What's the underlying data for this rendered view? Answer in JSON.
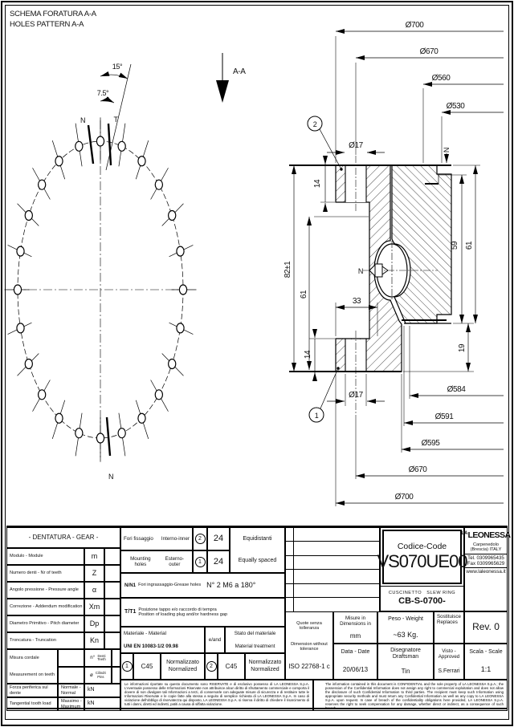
{
  "sheet": {
    "title_it": "SCHEMA FORATURA  A-A",
    "title_en": "HOLES PATTERN    A-A",
    "section_marker": "A-A"
  },
  "pattern": {
    "hole_count": 24,
    "angle_between": "15°",
    "angle_offset": "7.5°",
    "label_n_top": "N",
    "label_t": "T",
    "label_n_bottom": "N"
  },
  "section": {
    "balloon_1": "1",
    "balloon_2": "2",
    "grease_label": "N",
    "grease_label_top": "N",
    "dims": {
      "d700_top": "Ø700",
      "d670_top": "Ø670",
      "d560": "Ø560",
      "d530": "Ø530",
      "d17_top": "Ø17",
      "d17_bottom": "Ø17",
      "d584": "Ø584",
      "d591": "Ø591",
      "d595": "Ø595",
      "d670_bottom": "Ø670",
      "d700_bottom": "Ø700",
      "h82": "82±1",
      "h61_left": "61",
      "h61_right": "61",
      "h59": "59",
      "h14_top": "14",
      "h14_bottom": "14",
      "h19": "19",
      "w33": "33"
    }
  },
  "gear_table": {
    "header": "- DENTATURA - GEAR -",
    "rows": [
      {
        "label": "Modulo - Module",
        "sym": "m"
      },
      {
        "label": "Numero denti - Nr of teeth",
        "sym": "Z"
      },
      {
        "label": "Angolo pressione - Pressure angle",
        "sym": "α"
      },
      {
        "label": "Correzione - Addendum modification",
        "sym": "Xm"
      },
      {
        "label": "Diametro Primitivo - Pitch diameter",
        "sym": "Dp"
      },
      {
        "label": "Troncatura  -  Truncation",
        "sym": "Kn"
      }
    ],
    "cordale_it": "Misura cordale",
    "cordale_en": "Measurement on teeth",
    "teeth_sym": "n°",
    "teeth_it": "Denti",
    "teeth_en": "Teeth",
    "pins_sym": "ø",
    "pins_it": "Cilindri",
    "pins_en": "Pins",
    "load1_label": "Forza periferica sul dente",
    "load1_qual": "Normale - Normal",
    "load1_unit": "kN",
    "load2_label": "Tangential tooth load",
    "load2_qual": "Massimo - Maximum",
    "load2_unit": "kN"
  },
  "holes_table": {
    "row1_it": "Fori fissaggio",
    "row1_type": "Interno-inner",
    "row1_balloon": "2",
    "row1_count": "24",
    "row2_it": "Mounting holes",
    "row2_type": "Esterno-outer",
    "row2_balloon": "1",
    "row2_count": "24",
    "spacing_it": "Equidistanti",
    "spacing_en": "Equally spaced",
    "grease_sym": "N/N1",
    "grease_label": "Fori ingrassaggio-Grease holes",
    "grease_value": "N° 2 M6 a 180°",
    "plug_sym": "T/T1",
    "plug_it": "Posizione tappo e/o raccordo di tempra",
    "plug_en": "Position of loading plug and/or hardness gap",
    "material_it": "Materiale - Material",
    "material_std": "UNI EN 10083-1/2 09.98",
    "material_and": "e/and",
    "state_it": "Stato del materiale",
    "state_en": "Material treatment",
    "mat1_balloon": "1",
    "mat1_code": "C45",
    "mat1_state_it": "Normalizzato",
    "mat1_state_en": "Normalized",
    "mat2_balloon": "2",
    "mat2_code": "C45",
    "mat2_state_it": "Normalizzato",
    "mat2_state_en": "Normalized"
  },
  "title_block": {
    "code_label": "Codice-Code",
    "code_value": "VS070UE00",
    "product_it": "CUSCINETTO",
    "product_en": "SLEW RING",
    "product_code": "CB-S-0700-",
    "brand_prefix": "LA",
    "brand_name": "LEONESSA",
    "brand_city": "Carpenedolo",
    "brand_country": "(Brescia) ITALY",
    "brand_tel": "Tel.  0309965435",
    "brand_fax": "Fax  0309965629",
    "brand_web": "www.laleonessa.it",
    "tol_it": "Quote senza tolleranza",
    "tol_en": "Dimension without tolerance",
    "tol_std": "ISO 22768-1 c",
    "units_label": "Misure in  Dimensions in",
    "units_value": "mm",
    "weight_label": "Peso - Weight",
    "weight_value": "~63 Kg.",
    "replaces_it": "Sostituisce",
    "replaces_en": "Replaces",
    "rev": "Rev. 0",
    "date_label": "Data - Date",
    "date_value": "20/06/13",
    "draftsman_label": "Disegnatore Draftsman",
    "draftsman_value": "Tin",
    "approved_label": "Visto - Approved",
    "approved_value": "S.Ferrari",
    "scale_label": "Scala - Scale",
    "scale_value": "1:1"
  },
  "legal": {
    "it": "Le informazioni riportate su questo documento sono RISERVATE e di esclusivo possesso di LA LEONESSA S.p.A. L'eventuale possesso delle Informazioni Riservate non attribuisce alcun diritto di sfruttamento commerciale e comporta il dovere di non divulgare tali Informazioni a terzi, di conservarle con adeguate misure di sicurezza e di restituire tutte le Informazioni Riservate e le copie fatte alla stessa a seguito di semplice richiesta di LA LEONESSA S.p.A. In caso di violazione dell'obbligo di riservatezza qui disposto, LA LEONESSA S.p.A. si riserva il diritto di chiedere il risarcimento di tutti i danni, diretti ed indiretti, patiti a causa di siffatta violazione.",
    "en": "The information contained in this document is CONFIDENTIAL and the sole property of LA LEONESSA S.p.A.; the possession of the Confidential Information does not assign any right to commercial exploitation and does not allow the disclosure of such Confidential Information to third parties. The recipient must keep such Information using appropriate security methods and must return any Confidential Information as well as any copy to LA LEONESSA S.p.A. upon request. In case of breach of the confidentiality obligations here provided, LA LEONESSA S.p.A. reserves the right to seek compensation for any damage, whether direct or indirect, as a consequence of such breach."
  }
}
